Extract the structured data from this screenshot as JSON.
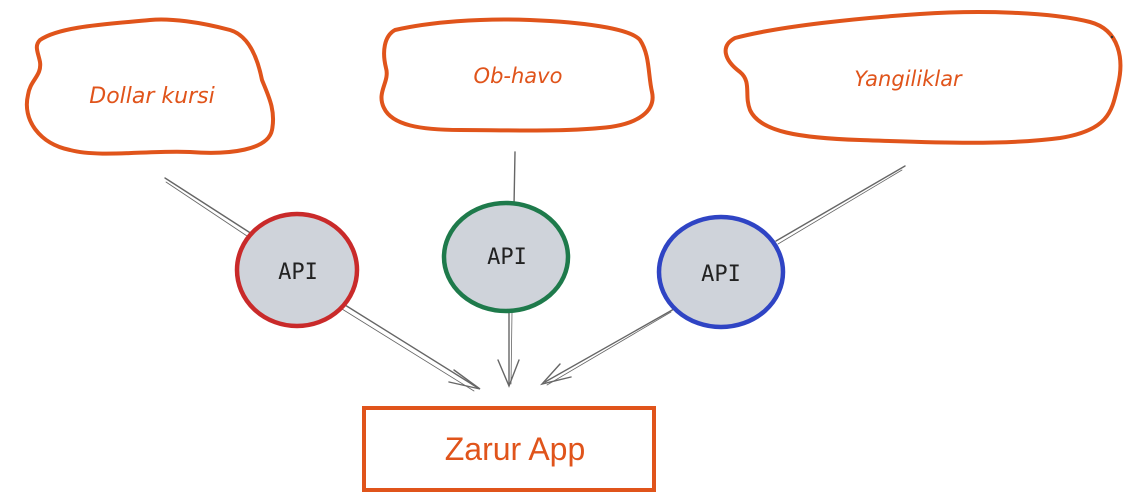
{
  "diagram": {
    "sources": [
      {
        "id": "dollar",
        "label": "Dollar kursi"
      },
      {
        "id": "weather",
        "label": "Ob-havo"
      },
      {
        "id": "news",
        "label": "Yangiliklar"
      }
    ],
    "apis": [
      {
        "id": "api-red",
        "label": "API",
        "color": "#c92a2a"
      },
      {
        "id": "api-green",
        "label": "API",
        "color": "#1e7a4b"
      },
      {
        "id": "api-blue",
        "label": "API",
        "color": "#2f44c4"
      }
    ],
    "target": {
      "label": "Zarur App"
    },
    "colors": {
      "cloud_stroke": "#e0541b",
      "cloud_text": "#e0541b",
      "api_fill": "#cfd3da",
      "line": "#666666",
      "box_stroke": "#e0541b",
      "box_text": "#e0541b"
    }
  }
}
